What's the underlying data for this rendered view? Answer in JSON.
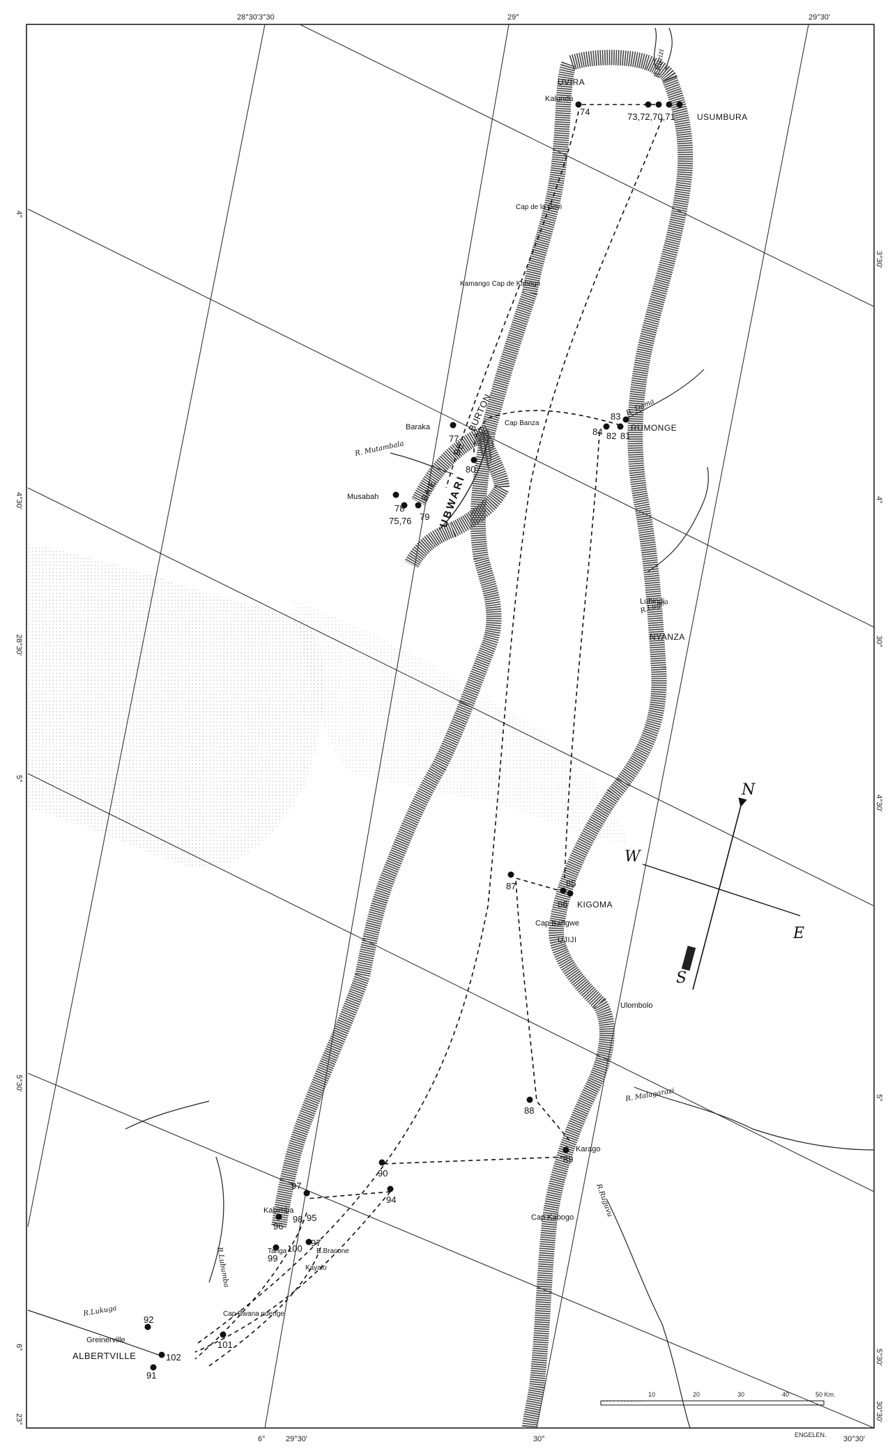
{
  "map": {
    "frame": {
      "top_labels": [
        "28°30'3°30",
        "29°",
        "29°30'"
      ],
      "bottom_labels": [
        "6°",
        "29°30'",
        "30°",
        "30°30'"
      ],
      "left_labels": [
        "4°",
        "4°30'",
        "28°30'",
        "5°",
        "5°30'",
        "6°",
        "23°"
      ],
      "right_labels": [
        "3°30'",
        "4°",
        "30°",
        "4°30'",
        "5°",
        "5°30'",
        "30°30'"
      ],
      "engraver": "ENGELEN."
    },
    "places": [
      {
        "id": "uvira",
        "label": "UVIRA"
      },
      {
        "id": "kalundu",
        "label": "Kalundu"
      },
      {
        "id": "usumbura",
        "label": "USUMBURA"
      },
      {
        "id": "cap-de-la-govi",
        "label": "Cap de la Govi"
      },
      {
        "id": "kamango",
        "label": "Kamango Cap de Kabogo"
      },
      {
        "id": "baraka",
        "label": "Baraka"
      },
      {
        "id": "musabah",
        "label": "Musabah"
      },
      {
        "id": "cap-banza",
        "label": "Cap Banza"
      },
      {
        "id": "rumonge",
        "label": "RUMONGE"
      },
      {
        "id": "lubindi",
        "label": "Lubindi"
      },
      {
        "id": "nyanza",
        "label": "NYANZA"
      },
      {
        "id": "kigoma",
        "label": "KIGOMA"
      },
      {
        "id": "cap-bangwe",
        "label": "Cap Bangwe"
      },
      {
        "id": "ujiji",
        "label": "UJIJI"
      },
      {
        "id": "ulombolo",
        "label": "Ulombolo"
      },
      {
        "id": "karago",
        "label": "Karago"
      },
      {
        "id": "cap-kabogo",
        "label": "Cap Kabogo"
      },
      {
        "id": "kabimba",
        "label": "Kabimba"
      },
      {
        "id": "tanga",
        "label": "Tanga"
      },
      {
        "id": "kayalo",
        "label": "Kayalo"
      },
      {
        "id": "b-bracone",
        "label": "B.Bracone"
      },
      {
        "id": "cap-bwana-ndenge",
        "label": "Cap Bwana ndenge"
      },
      {
        "id": "greinerville",
        "label": "Greinerville"
      },
      {
        "id": "albertville",
        "label": "ALBERTVILLE"
      }
    ],
    "regions": {
      "peninsula": "UBWARI",
      "bay_1": "BAIE",
      "bay_2": "DE",
      "bay_3": "BURTON"
    },
    "rivers": {
      "ruzizi": "R.Ruzizi",
      "mutambala": "R. Mutambala",
      "dama": "R. Dama",
      "lugoa": "R.Lugoa",
      "malagarazi": "R. Malagarazi",
      "ruguvu": "R.Ruguvu",
      "lukuga": "R.Lukuga",
      "lubumba": "R.Lubumba"
    },
    "stations": [
      "73,72,70,71",
      "74",
      "77",
      "78",
      "75,76",
      "79",
      "80",
      "84",
      "83",
      "82",
      "81",
      "85",
      "86",
      "87",
      "88",
      "89",
      "90",
      "94",
      "97",
      "96",
      "98",
      "95",
      "100",
      "99",
      "97",
      "101",
      "102",
      "92",
      "91"
    ],
    "compass": {
      "n": "N",
      "s": "S",
      "e": "E",
      "w": "W"
    },
    "scale": {
      "ticks": [
        "10",
        "20",
        "30",
        "40",
        "50 Km."
      ]
    }
  }
}
